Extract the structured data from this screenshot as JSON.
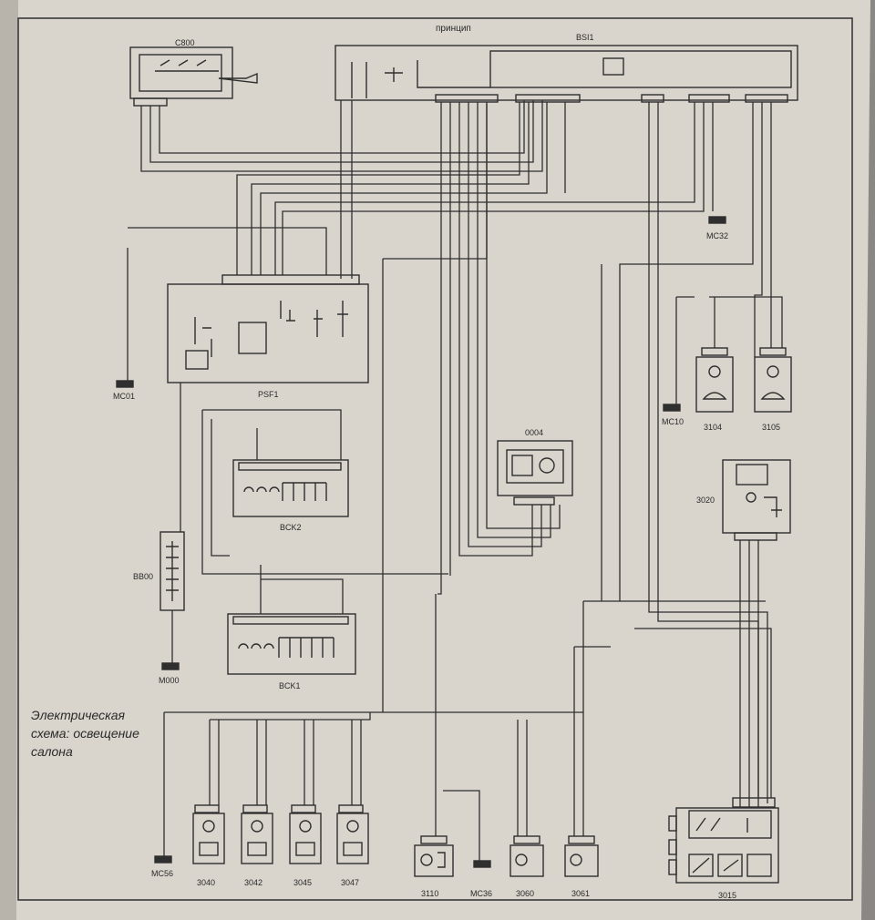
{
  "header": {
    "title": "принцип"
  },
  "caption": {
    "lines": [
      "Электрическая",
      "схема: освещение",
      "салона"
    ]
  },
  "components": {
    "c800": "C800",
    "bsi1": "BSI1",
    "psf1": "PSF1",
    "bck2": "BCK2",
    "bck1": "BCK1",
    "c0004": "0004",
    "c3020": "3020",
    "bb00": "BB00",
    "c3104": "3104",
    "c3105": "3105",
    "c3110": "3110",
    "c3060": "3060",
    "c3061": "3061",
    "c3015": "3015",
    "c3040": "3040",
    "c3042": "3042",
    "c3045": "3045",
    "c3047": "3047"
  },
  "grounds": {
    "mc01": "MC01",
    "mc10": "MC10",
    "mc32": "MC32",
    "mc56": "MC56",
    "mc36": "MC36",
    "m000": "M000"
  },
  "colors": {
    "paper": "#dcd8cf",
    "ink": "#2f2f2f",
    "frame": "#3a3a3a"
  }
}
